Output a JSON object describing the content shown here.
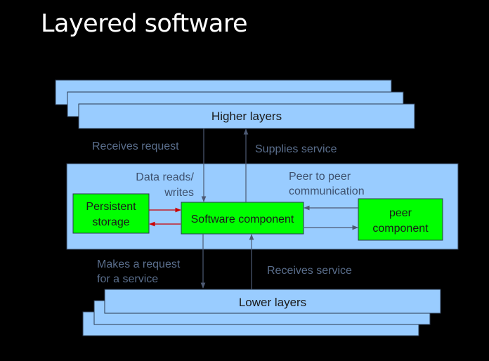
{
  "title": "Layered software",
  "boxes": {
    "higher_layers": "Higher layers",
    "lower_layers": "Lower layers",
    "persistent_storage": [
      "Persistent",
      "storage"
    ],
    "software_component": "Software component",
    "peer_component": [
      "peer",
      "component"
    ]
  },
  "labels": {
    "receives_request": "Receives request",
    "supplies_service": "Supplies service",
    "data_reads_writes": [
      "Data reads/",
      "writes"
    ],
    "peer_to_peer": [
      "Peer to peer",
      "communication"
    ],
    "makes_request": [
      "Makes a request",
      "for a service"
    ],
    "receives_service": "Receives service"
  },
  "colors": {
    "background": "#000000",
    "layer_fill": "#99ccff",
    "component_fill": "#00ff00",
    "label_text": "#5a6e8c",
    "box_text": "#1a1a1a",
    "arrow": "#4d5a73",
    "storage_arrow": "#cc0000"
  }
}
